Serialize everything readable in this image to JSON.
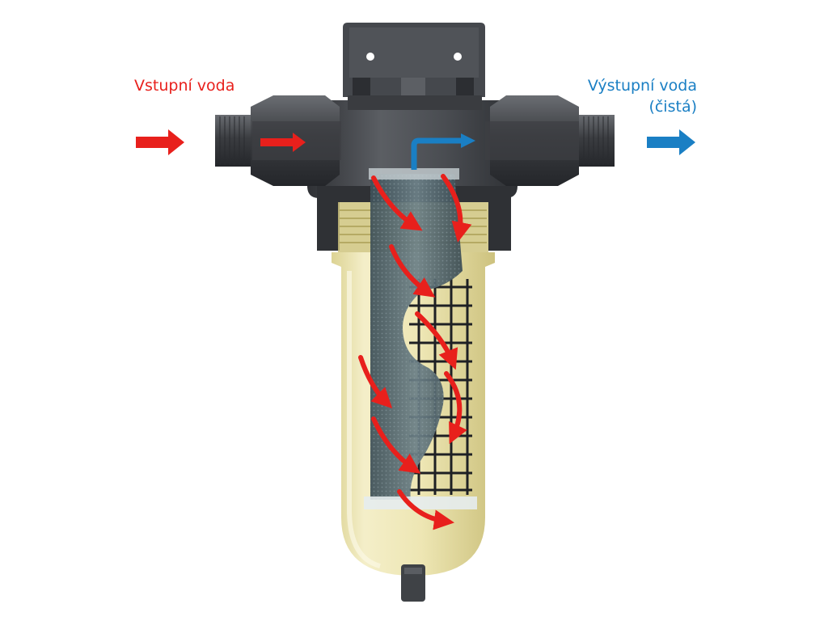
{
  "inlet": {
    "label": "Vstupní voda",
    "color": "#e8201c"
  },
  "outlet": {
    "label_line1": "Výstupní voda",
    "label_line2": "(čistá)",
    "color": "#1a7fc4"
  },
  "colors": {
    "housing_dark": "#3d3f43",
    "housing_mid": "#55585d",
    "housing_light": "#6e7176",
    "bowl": "#e8e0a4",
    "mesh": "#4e6068",
    "flow_arrow": "#e8201c",
    "clean_arrow": "#1a7fc4"
  }
}
